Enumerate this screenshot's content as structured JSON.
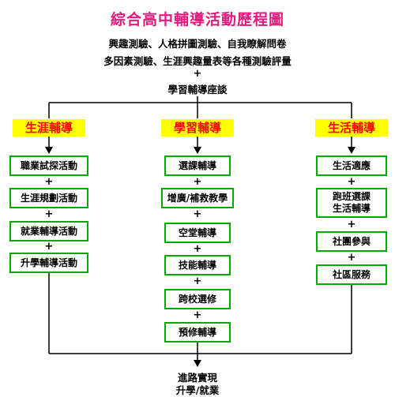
{
  "title": "綜合高中輔導活動歷程圖",
  "top": {
    "line1": "興趣測驗、人格拼圖測驗、自我瞭解問卷",
    "line2": "多因素測驗、生涯興趣量表等各種測驗評量",
    "plus": "+",
    "line3": "學習輔導座談"
  },
  "columns": {
    "left": {
      "category": "生涯輔導",
      "items": [
        "職業試探活動",
        "生涯規劃活動",
        "就業輔導活動",
        "升學輔導活動"
      ]
    },
    "middle": {
      "category": "學習輔導",
      "items": [
        "選課輔導",
        "增廣/補救教學",
        "空堂輔導",
        "技能輔導",
        "跨校選修",
        "預修輔導"
      ]
    },
    "right": {
      "category": "生活輔導",
      "items": [
        "生活適應",
        "跑班選課",
        "生活輔導",
        "社團參與",
        "社區服務"
      ]
    }
  },
  "plus_sign": "+",
  "bottom": {
    "line1": "進路實現",
    "line2": "升學/就業"
  },
  "colors": {
    "title": "#e8187c",
    "category_bg": "#ffff00",
    "category_text": "#ff0000",
    "box_border": "#00aa00"
  }
}
